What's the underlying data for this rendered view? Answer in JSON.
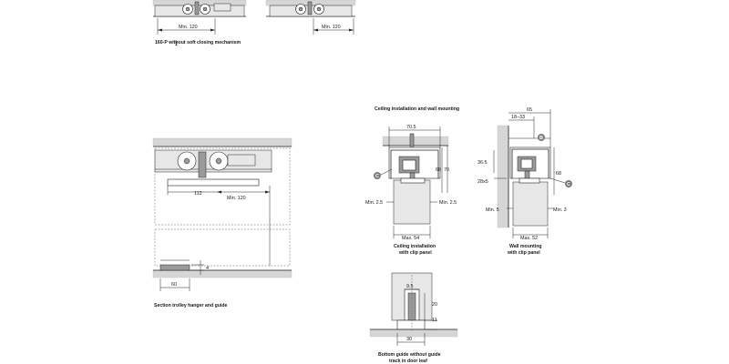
{
  "captions": {
    "top_left": "160-P without soft closing mechanism",
    "top_left_sub": "1",
    "section": "Section trolley hanger and guide",
    "ceiling_title": "Ceiling installation and wall mounting",
    "ceiling_install_1": "Ceiling installation",
    "ceiling_install_2": "with clip panel",
    "wall_mount_1": "Wall mounting",
    "wall_mount_2": "with clip panel",
    "bottom_guide_1": "Bottom guide without guide",
    "bottom_guide_2": "track in door leaf"
  },
  "dimensions": {
    "min_120": "Min. 120",
    "d112": "112",
    "d4": "4",
    "d60": "60",
    "d70_5": "70.5",
    "d68": "68",
    "d70": "70",
    "min_2_5": "Min. 2.5",
    "max_54": "Max. 54",
    "d65": "65",
    "d18_33": "18–33",
    "d36_5": "36.5",
    "d28x5": "28x5",
    "min_5": "Min. 5",
    "min_3": "Min. 3",
    "max_52": "Max. 52",
    "d9_5": "9.5",
    "d20": "20",
    "d11": "11",
    "d30": "30"
  },
  "callouts": {
    "b": "B",
    "c": "C"
  }
}
